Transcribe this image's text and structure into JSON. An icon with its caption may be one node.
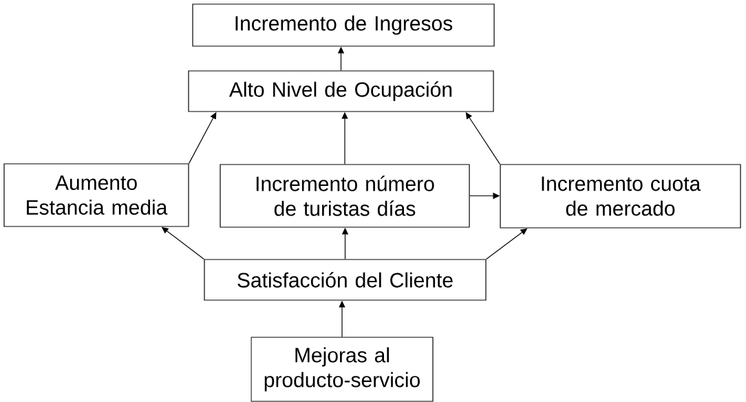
{
  "diagram": {
    "nodes": [
      {
        "text": [
          "Incremento de Ingresos"
        ]
      },
      {
        "text": [
          "Alto Nivel de Ocupación"
        ]
      },
      {
        "text": [
          "Aumento Estancia media"
        ]
      },
      {
        "text": [
          "Incremento número de turistas días"
        ]
      },
      {
        "text": [
          "Incremento cuota de mercado"
        ]
      },
      {
        "text": [
          "Satisfacción del Cliente"
        ]
      },
      {
        "text": [
          "Mejoras al producto-servicio"
        ]
      }
    ],
    "edges": [
      {
        "from": 1,
        "to": 0,
        "arrow": "to"
      },
      {
        "from": 2,
        "to": 1,
        "arrow": "to"
      },
      {
        "from": 3,
        "to": 1,
        "arrow": "to"
      },
      {
        "from": 4,
        "to": 1,
        "arrow": "to"
      },
      {
        "from": 3,
        "to": 4,
        "arrow": "to"
      },
      {
        "from": 5,
        "to": 2,
        "arrow": "to"
      },
      {
        "from": 5,
        "to": 3,
        "arrow": "to"
      },
      {
        "from": 5,
        "to": 4,
        "arrow": "to"
      },
      {
        "from": 6,
        "to": 5,
        "arrow": "to"
      }
    ]
  }
}
